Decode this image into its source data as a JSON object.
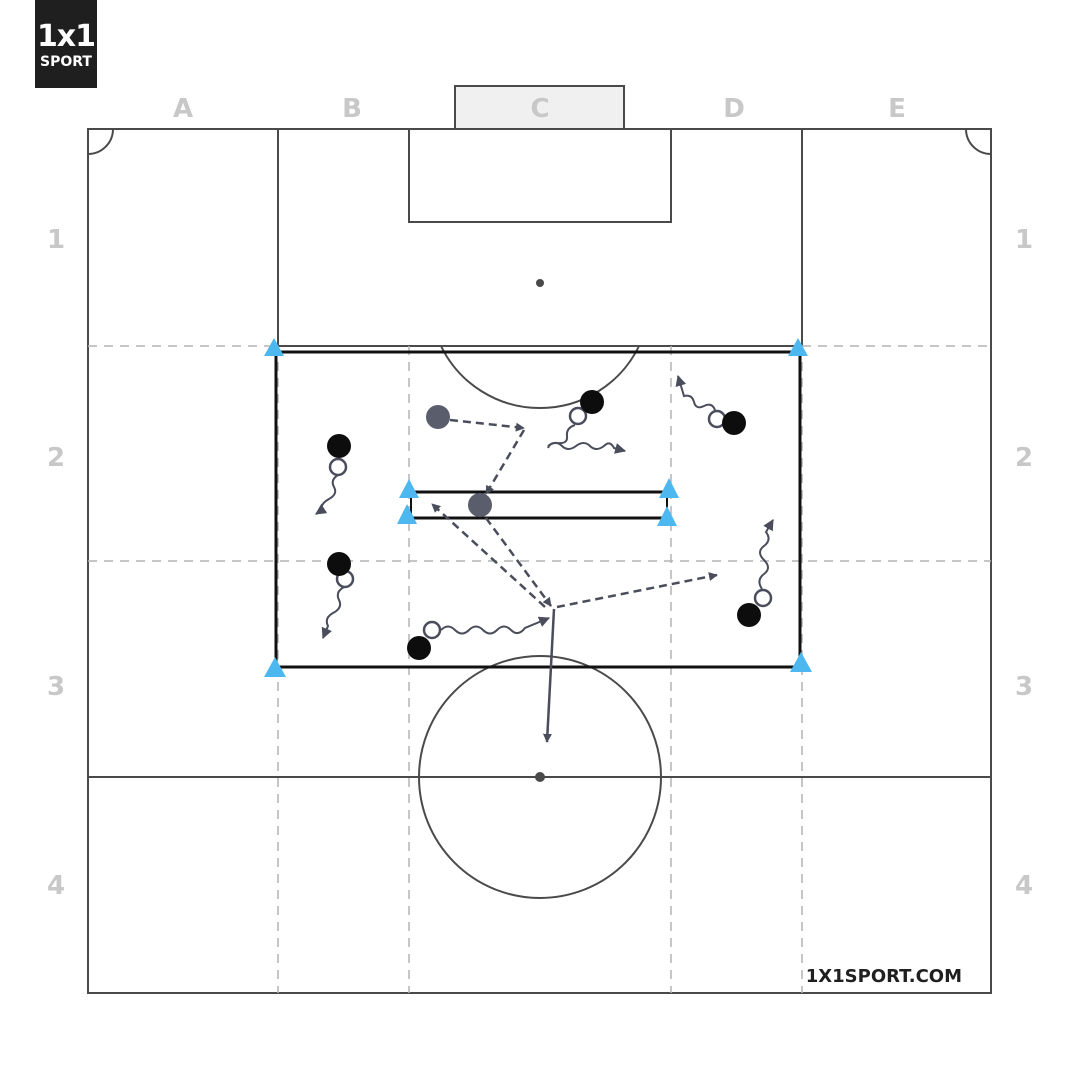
{
  "brand": {
    "mark": "1x1",
    "word": "SPORT",
    "site": "1X1SPORT.COM"
  },
  "grid": {
    "columns": [
      "A",
      "B",
      "C",
      "D",
      "E"
    ],
    "rows": [
      "1",
      "2",
      "3",
      "4"
    ]
  },
  "colors": {
    "lines": "#4a4a4a",
    "dashed": "#b4b4b4",
    "cone": "#4db8f0",
    "player_dark": "#0d0d0d",
    "player_grey": "#5a5d6c",
    "arrow": "#4a4d5c",
    "goal_fill": "#f0f0f0"
  },
  "icons": {
    "cone": "cone-icon",
    "ball": "ball-icon"
  }
}
